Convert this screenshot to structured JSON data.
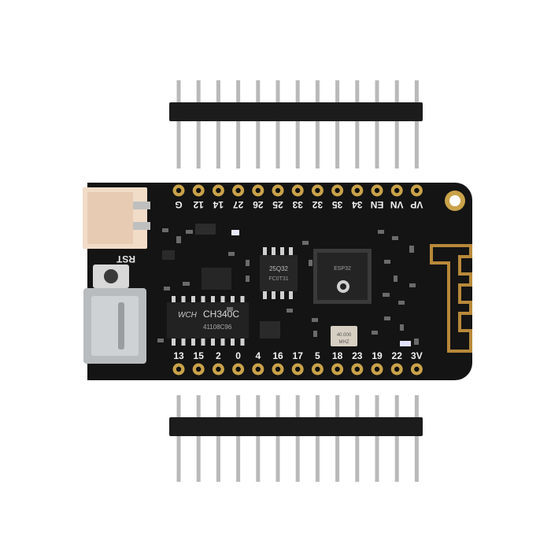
{
  "product": {
    "board_color": "#141414",
    "pad_color": "#c9a24a",
    "header_color": "#1c1c1c",
    "pin_color": "#b9b9b9",
    "antenna_color": "#b8893a"
  },
  "top_pin_labels": [
    "G",
    "12",
    "14",
    "27",
    "26",
    "25",
    "33",
    "32",
    "35",
    "34",
    "EN",
    "VN",
    "VP"
  ],
  "bottom_pin_labels": [
    "13",
    "15",
    "2",
    "0",
    "4",
    "16",
    "17",
    "5",
    "18",
    "23",
    "19",
    "22",
    "3V"
  ],
  "silkscreen": {
    "rst": "RST",
    "usb_chip": "CH340C",
    "usb_chip_code": "41108C96",
    "usb_logo": "WCH",
    "flash_chip": "25Q32",
    "flash_code": "FC0T31",
    "mcu_code": "ESP32",
    "crystal": "40.000",
    "crystal_unit": "MHZ"
  }
}
